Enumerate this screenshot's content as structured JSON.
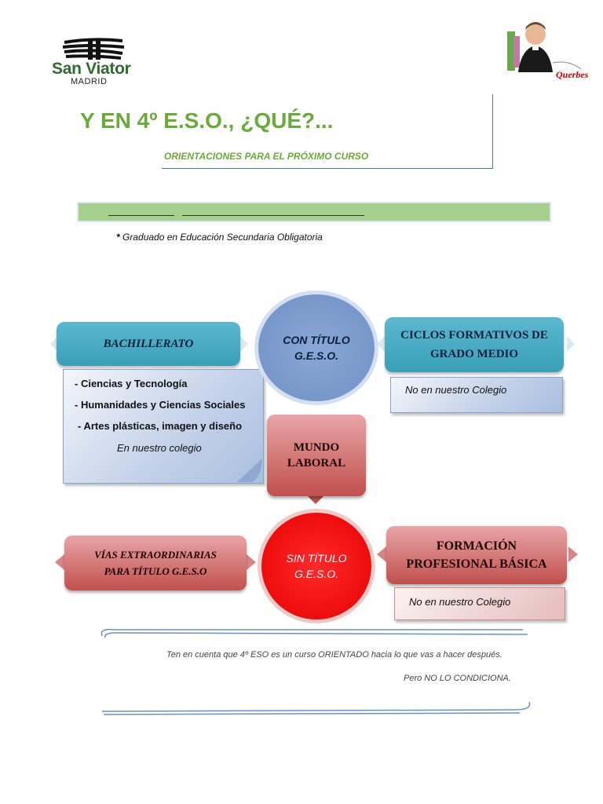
{
  "logo": {
    "brand": "San Viator",
    "city": "MADRID"
  },
  "badge": {
    "text": "Querbes"
  },
  "title": "Y EN 4º E.S.O., ¿QUÉ?...",
  "subtitle": "ORIENTACIONES PARA EL PRÓXIMO CURSO",
  "footnote": {
    "star": "*",
    "line": "Graduado en Educación Secundaria Obligatoria"
  },
  "diagram": {
    "bachillerato": {
      "label": "BACHILLERATO",
      "items": [
        "- Ciencias y Tecnología",
        "- Humanidades y Ciencias Sociales",
        "- Artes plásticas, imagen y diseño"
      ],
      "note": "En nuestro colegio"
    },
    "con_titulo": "CON TÍTULO G.E.S.O.",
    "ciclos": {
      "label": "CICLOS FORMATIVOS DE GRADO MEDIO",
      "note": "No en nuestro Colegio"
    },
    "mundo_laboral": "MUNDO LABORAL",
    "sin_titulo": "SIN TÍTULO G.E.S.O.",
    "vias": "VÍAS EXTRAORDINARIAS PARA TÍTULO G.E.S.O",
    "fpb": {
      "label": "FORMACIÓN PROFESIONAL BÁSICA",
      "note": "No en nuestro Colegio"
    }
  },
  "reminder": {
    "line1": "Ten en cuenta que 4º ESO es un curso ORIENTADO hacia lo que vas a hacer después.",
    "line2": "Pero NO LO CONDICIONA."
  },
  "colors": {
    "green": "#6aaa3a",
    "teal": "#4bacc6",
    "red": "#c0504d",
    "blue_circle": "#7f9fcf",
    "bright_red": "#ff0000"
  }
}
